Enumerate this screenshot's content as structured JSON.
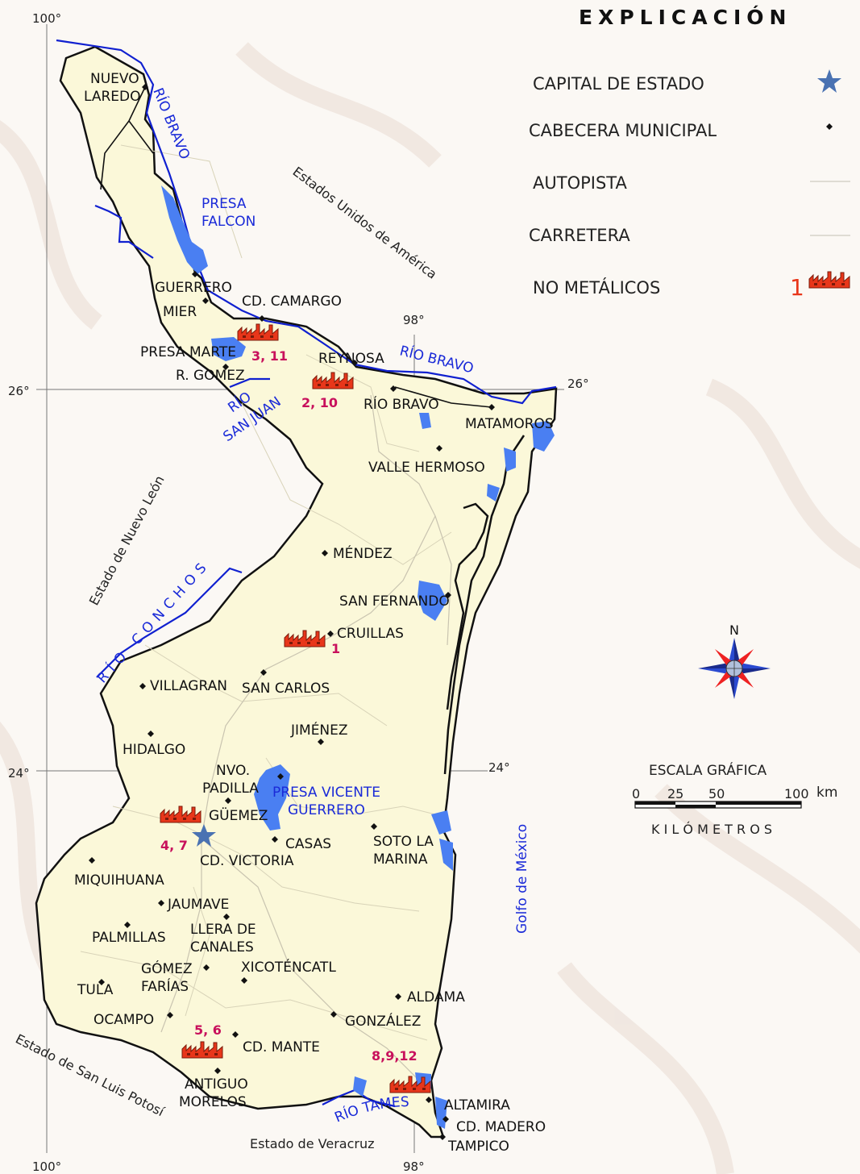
{
  "legend": {
    "title": "EXPLICACIÓN",
    "items": [
      {
        "label": "CAPITAL DE ESTADO",
        "icon": "star-icon"
      },
      {
        "label": "CABECERA MUNICIPAL",
        "icon": "diamond-icon"
      },
      {
        "label": "AUTOPISTA",
        "icon": "line-icon"
      },
      {
        "label": "CARRETERA",
        "icon": "line-icon"
      },
      {
        "label": "NO METÁLICOS",
        "icon": "factory-icon",
        "number": "1"
      }
    ]
  },
  "coordinates": {
    "lon100_top": "100°",
    "lon100_bottom": "100°",
    "lon98_top": "98°",
    "lon98_bottom": "98°",
    "lat26_left": "26°",
    "lat26_right": "26°",
    "lat24_left": "24°",
    "lat24_right": "24°"
  },
  "regions": {
    "usa": "Estados Unidos de América",
    "nuevo_leon": "Estado de Nuevo León",
    "slp": "Estado de San Luis Potosí",
    "veracruz": "Estado de Veracruz",
    "golfo": "Golfo de México"
  },
  "rivers": {
    "bravo_north": "RÍO BRAVO",
    "bravo_east": "RÍO BRAVO",
    "san_juan_1": "RÍO",
    "san_juan_2": "SAN JUAN",
    "conchos": "RÍO CONCHOS",
    "tamesi": "RÍO TAMESÍ"
  },
  "dams": {
    "falcon_1": "PRESA",
    "falcon_2": "FALCON",
    "marte": "PRESA MARTE",
    "vicente_1": "PRESA VICENTE",
    "vicente_2": "GUERRERO"
  },
  "cities": {
    "nuevo_laredo_1": "NUEVO",
    "nuevo_laredo_2": "LAREDO",
    "guerrero": "GUERRERO",
    "mier": "MIER",
    "camargo": "CD. CAMARGO",
    "gomez": "R. GOMEZ",
    "reynosa": "REYNOSA",
    "rio_bravo": "RÍO BRAVO",
    "matamoros": "MATAMOROS",
    "valle": "VALLE  HERMOSO",
    "mendez": "MÉNDEZ",
    "san_fernando": "SAN FERNANDO",
    "cruillas": "CRUILLAS",
    "villagran": "VILLAGRAN",
    "san_carlos": "SAN CARLOS",
    "jimenez": "JIMÉNEZ",
    "hidalgo": "HIDALGO",
    "padilla_1": "NVO.",
    "padilla_2": "PADILLA",
    "guemez": "GÜEMEZ",
    "casas": "CASAS",
    "soto_1": "SOTO LA",
    "soto_2": "MARINA",
    "victoria": "CD. VICTORIA",
    "miquihuana": "MIQUIHUANA",
    "jaumave": "JAUMAVE",
    "palmillas": "PALMILLAS",
    "llera_1": "LLERA DE",
    "llera_2": "CANALES",
    "gomez_farias_1": "GÓMEZ",
    "gomez_farias_2": "FARÍAS",
    "xicotencatl": "XICOTÉNCATL",
    "tula": "TULA",
    "ocampo": "OCAMPO",
    "aldama": "ALDAMA",
    "gonzalez": "GONZÁLEZ",
    "mante": "CD. MANTE",
    "antiguo_1": "ANTIGUO",
    "antiguo_2": "MORELOS",
    "altamira": "ALTAMIRA",
    "madero": "CD. MADERO",
    "tampico": "TAMPICO"
  },
  "mines": {
    "m311": "3, 11",
    "m210": "2, 10",
    "m1": "1",
    "m47": "4, 7",
    "m56": "5, 6",
    "m8912": "8,9,12"
  },
  "compass": {
    "north": "N"
  },
  "scale": {
    "title": "ESCALA GRÁFICA",
    "t0": "0",
    "t25": "25",
    "t50": "50",
    "t100": "100",
    "unit": "km",
    "caption": "K I L Ó M E T R O S"
  },
  "colors": {
    "land": "#fbf8d9",
    "water": "#4a7ff2",
    "river": "#1020d0",
    "mine_label": "#c8105c",
    "factory": "#e8361a",
    "star": "#4a72b2"
  }
}
